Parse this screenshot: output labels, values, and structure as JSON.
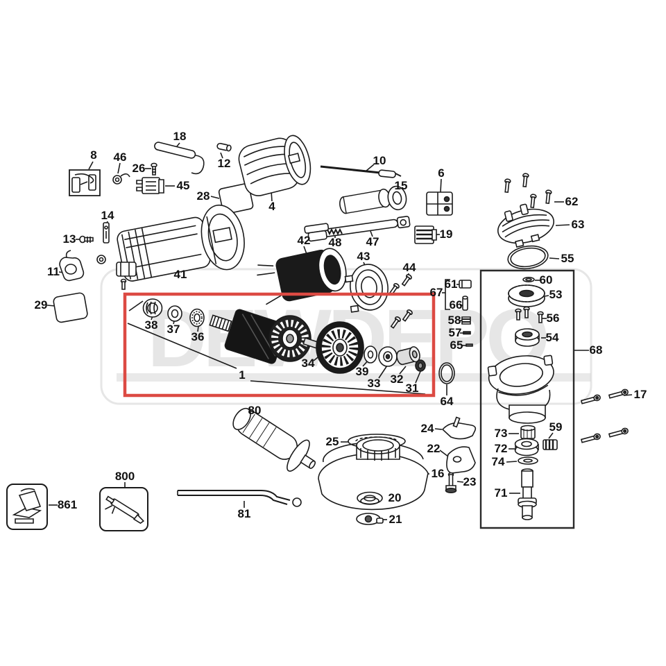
{
  "diagram": {
    "watermark_text": "DEWDEPO",
    "colors": {
      "highlight_red": "#dc4a43",
      "line": "#1a1a1a",
      "watermark": "#cccccc"
    },
    "part_labels": {
      "p1": "1",
      "p4": "4",
      "p6": "6",
      "p8": "8",
      "p10": "10",
      "p11": "11",
      "p12": "12",
      "p13": "13",
      "p14": "14",
      "p15": "15",
      "p16": "16",
      "p17": "17",
      "p18": "18",
      "p19": "19",
      "p20": "20",
      "p21": "21",
      "p22": "22",
      "p23": "23",
      "p24": "24",
      "p25": "25",
      "p26": "26",
      "p28": "28",
      "p29": "29",
      "p31": "31",
      "p32": "32",
      "p33": "33",
      "p34": "34",
      "p36": "36",
      "p37": "37",
      "p38": "38",
      "p39": "39",
      "p41": "41",
      "p42": "42",
      "p43": "43",
      "p44": "44",
      "p45": "45",
      "p46": "46",
      "p47": "47",
      "p48": "48",
      "p53": "53",
      "p54": "54",
      "p55": "55",
      "p56": "56",
      "p57": "57",
      "p58": "58",
      "p59": "59",
      "p60": "60",
      "p61": "61",
      "p62": "62",
      "p63": "63",
      "p64": "64",
      "p65": "65",
      "p66": "66",
      "p67": "67",
      "p68": "68",
      "p71": "71",
      "p72": "72",
      "p73": "73",
      "p74": "74",
      "p80": "80",
      "p81": "81",
      "p800": "800",
      "p861": "861"
    }
  }
}
